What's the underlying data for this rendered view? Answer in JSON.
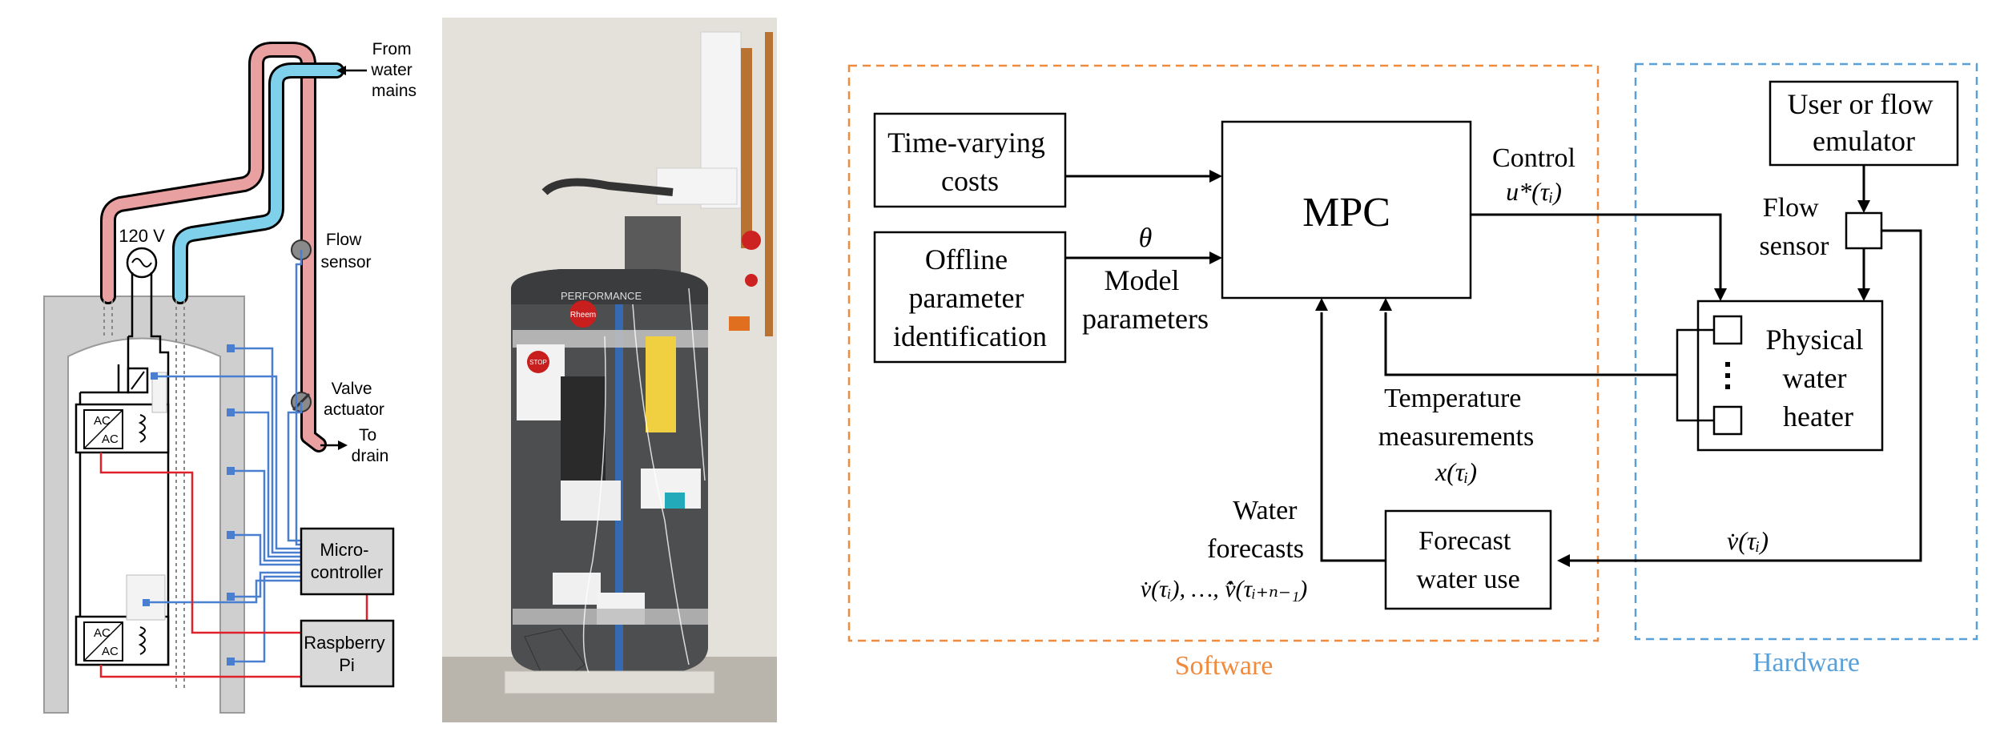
{
  "schematic": {
    "from_mains": [
      "From",
      "water",
      "mains"
    ],
    "voltage": "120 V",
    "flow_sensor": [
      "Flow",
      "sensor"
    ],
    "valve_actuator": [
      "Valve",
      "actuator"
    ],
    "to_drain": [
      "To",
      "drain"
    ],
    "ac_top": [
      "AC",
      "AC"
    ],
    "ac_bottom": [
      "AC",
      "AC"
    ],
    "microcontroller": [
      "Micro-",
      "controller"
    ],
    "raspberry_pi": [
      "Raspberry",
      "Pi"
    ]
  },
  "photo": {
    "label_stop": "STOP",
    "label_performance": "PERFORMANCE",
    "label_rheem": "Rheem"
  },
  "block_diagram": {
    "time_varying_costs": [
      "Time-varying",
      "costs"
    ],
    "offline_param": [
      "Offline",
      "parameter",
      "identification"
    ],
    "mpc": "MPC",
    "control": "Control",
    "control_symbol": "u*(τᵢ)",
    "theta": "θ",
    "model_parameters": [
      "Model",
      "parameters"
    ],
    "temp_meas": [
      "Temperature",
      "measurements"
    ],
    "temp_symbol": "x(τᵢ)",
    "water_forecasts": [
      "Water",
      "forecasts"
    ],
    "forecast_symbol": "v̇(τᵢ), …, v̂̇(τᵢ₊ₙ₋₁)",
    "forecast_water_use": [
      "Forecast",
      "water use"
    ],
    "flow_symbol": "v̇(τᵢ)",
    "user_flow": [
      "User or flow",
      "emulator"
    ],
    "flow_sensor": [
      "Flow",
      "sensor"
    ],
    "physical_heater": [
      "Physical",
      "water",
      "heater"
    ],
    "software_label": "Software",
    "hardware_label": "Hardware"
  },
  "colors": {
    "hot_pipe": "#e8a0a0",
    "cold_pipe": "#7fd0ea",
    "wire_blue": "#4a7fd0",
    "wire_red": "#e0202a",
    "software": "#f08a3c",
    "hardware": "#5aa0d8"
  }
}
